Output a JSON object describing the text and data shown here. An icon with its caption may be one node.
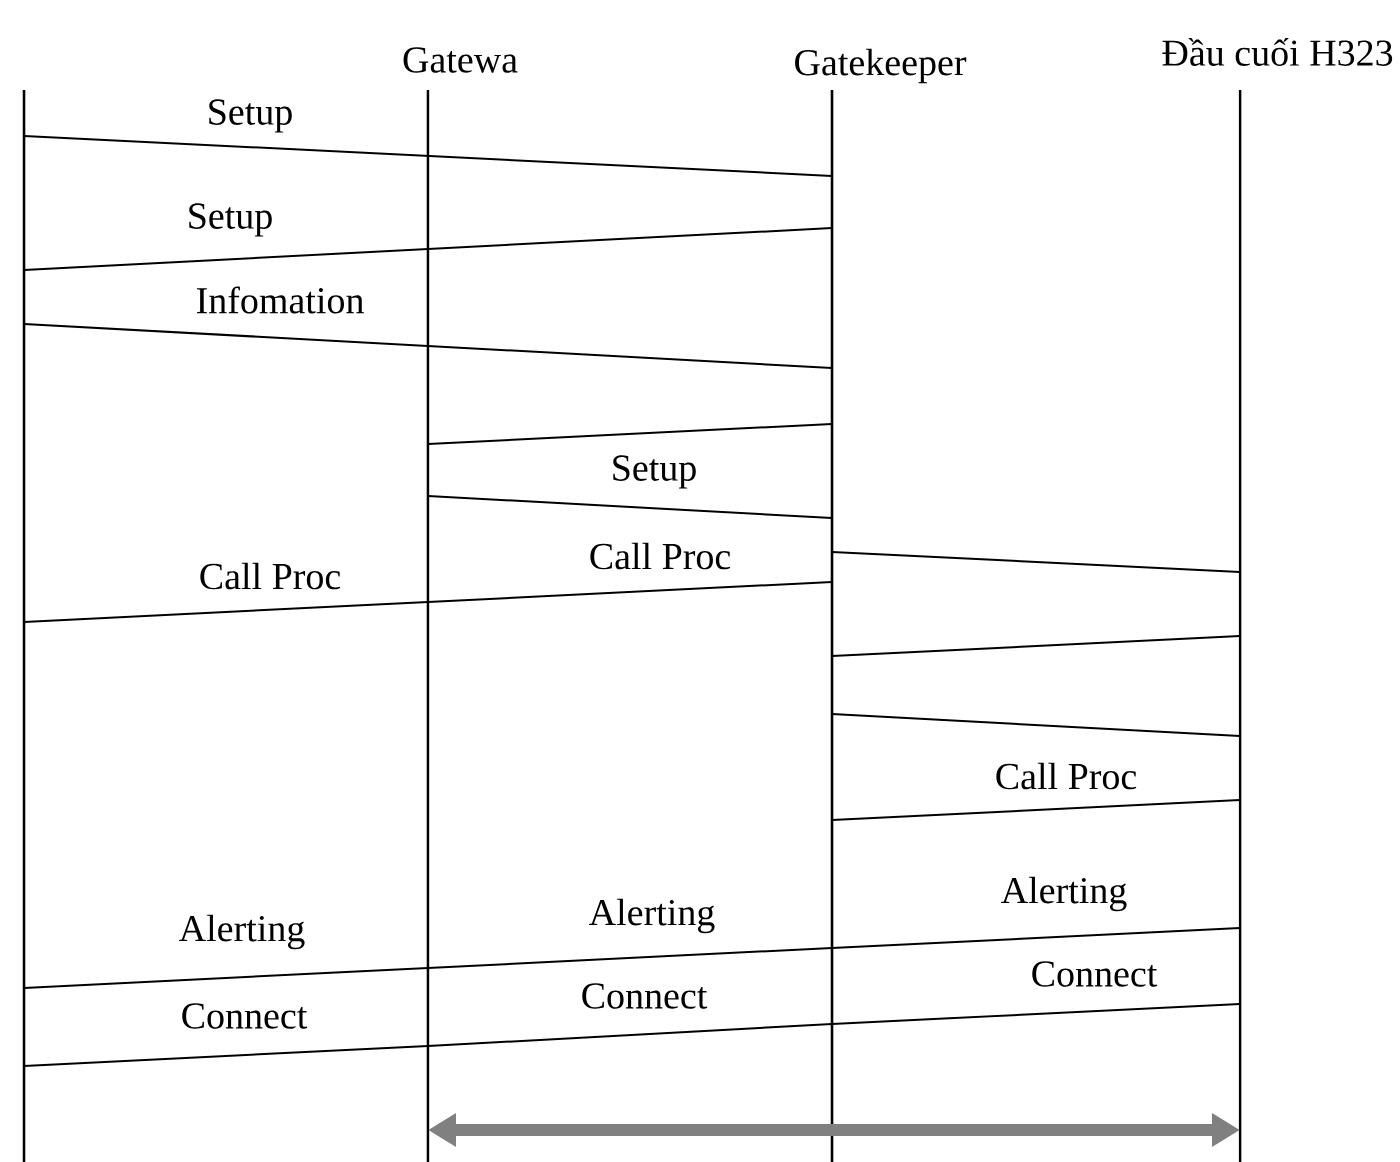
{
  "diagram": {
    "nodes": [
      {
        "text": [],
        "shape": "line"
      },
      {
        "text": [
          "Gatewa"
        ]
      },
      {
        "text": [
          "Gatekeeper"
        ]
      },
      {
        "text": [
          "Đầu cuối H323"
        ]
      }
    ],
    "edges": [
      {
        "from": 0,
        "to": 2,
        "arrow": "none",
        "label": "Setup"
      },
      {
        "from": 0,
        "to": 2,
        "arrow": "none",
        "label": "Setup"
      },
      {
        "from": 0,
        "to": 2,
        "arrow": "none",
        "label": "Infomation"
      },
      {
        "from": 1,
        "to": 2,
        "arrow": "none"
      },
      {
        "from": 1,
        "to": 2,
        "arrow": "none",
        "label": "Setup"
      },
      {
        "from": 2,
        "to": 3,
        "arrow": "none"
      },
      {
        "from": 0,
        "to": 1,
        "arrow": "none",
        "label": "Call Proc"
      },
      {
        "from": 1,
        "to": 2,
        "arrow": "none",
        "label": "Call Proc"
      },
      {
        "from": 2,
        "to": 3,
        "arrow": "none"
      },
      {
        "from": 2,
        "to": 3,
        "arrow": "none"
      },
      {
        "from": 2,
        "to": 3,
        "arrow": "none",
        "label": "Call Proc"
      },
      {
        "from": 0,
        "to": 1,
        "arrow": "none",
        "label": "Alerting"
      },
      {
        "from": 1,
        "to": 2,
        "arrow": "none",
        "label": "Alerting"
      },
      {
        "from": 2,
        "to": 3,
        "arrow": "none",
        "label": "Alerting"
      },
      {
        "from": 0,
        "to": 1,
        "arrow": "none",
        "label": "Connect"
      },
      {
        "from": 1,
        "to": 2,
        "arrow": "none",
        "label": "Connect"
      },
      {
        "from": 2,
        "to": 3,
        "arrow": "none",
        "label": "Connect"
      },
      {
        "from": 1,
        "to": 3,
        "arrow": "both",
        "style": "thick",
        "color": "#808080"
      }
    ]
  }
}
